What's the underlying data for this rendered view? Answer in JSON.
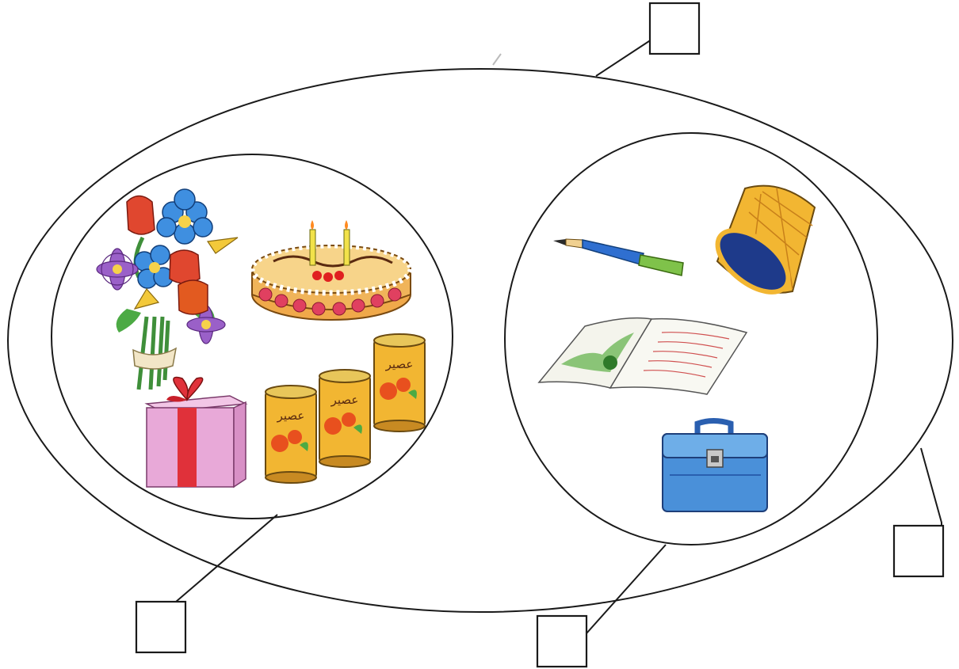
{
  "diagram": {
    "sets": [
      {
        "id": "universal",
        "items": []
      },
      {
        "id": "gifts",
        "items": [
          "flower-bouquet",
          "birthday-cake",
          "gift-box",
          "juice-cans"
        ]
      },
      {
        "id": "school-supplies",
        "items": [
          "pen",
          "pencil-case",
          "open-notebook",
          "school-bag"
        ]
      }
    ],
    "answer_boxes": [
      {
        "id": "box-universal",
        "value": ""
      },
      {
        "id": "box-gifts",
        "value": ""
      },
      {
        "id": "box-school",
        "value": ""
      },
      {
        "id": "box-outer-right",
        "value": ""
      }
    ],
    "can_label_text": "عصير",
    "colors": {
      "outline": "#1a1a1a",
      "background": "#ffffff",
      "can_yellow": "#f2b632",
      "bag_blue": "#4a90d9",
      "gift_pink": "#e8a9d8",
      "ribbon_red": "#e0313a"
    }
  }
}
